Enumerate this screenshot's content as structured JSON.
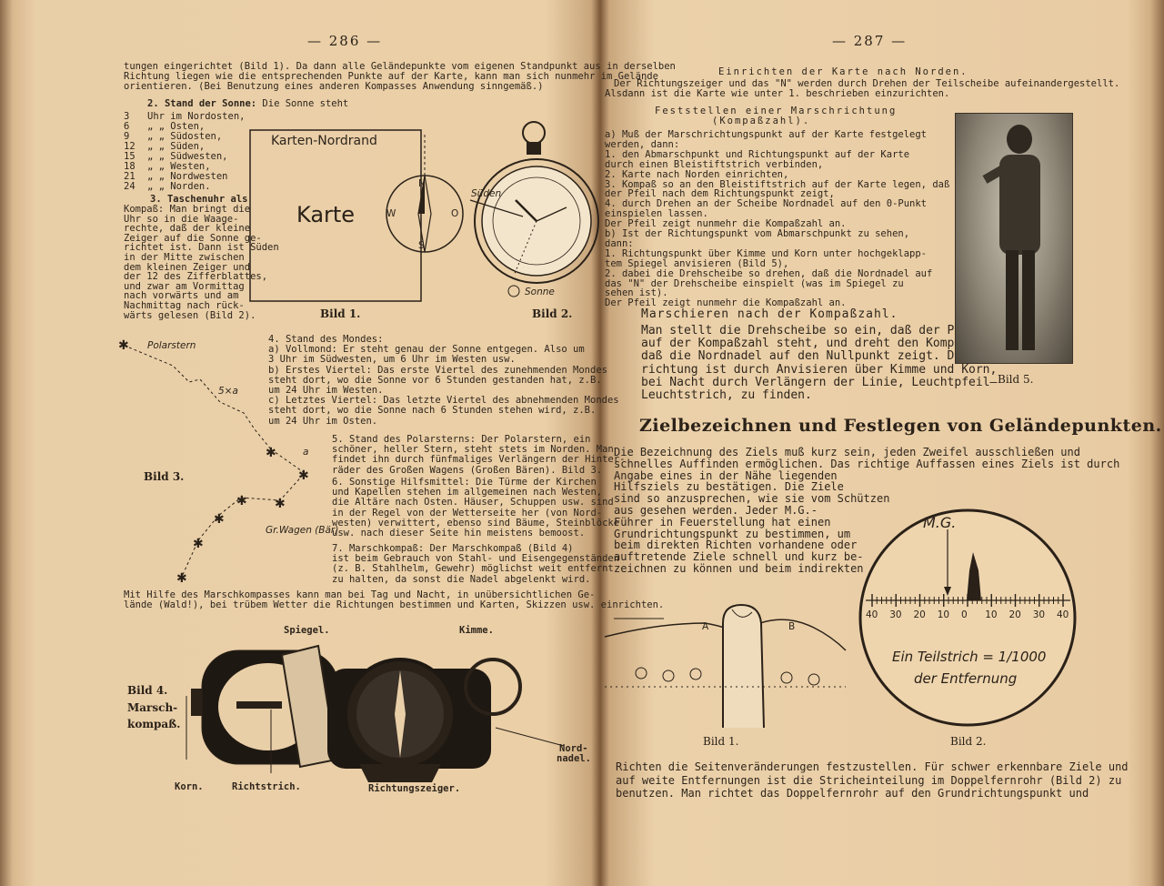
{
  "left": {
    "page_number": "— 286 —",
    "intro": [
      "tungen eingerichtet (Bild 1). Da dann alle Geländepunkte vom eigenen Standpunkt aus in derselben",
      "Richtung liegen wie die entsprechenden Punkte auf der Karte, kann man sich nunmehr im Gelände",
      "orientieren. (Bei Benutzung eines anderen Kompasses Anwendung sinngemäß.)"
    ],
    "sun_heading": "2. Stand der Sonne:",
    "sun_heading_rest": " Die Sonne steht",
    "sun_table": [
      [
        "3",
        "Uhr im Nordosten,"
      ],
      [
        "6",
        "„ „ Osten,"
      ],
      [
        "9",
        "„ „ Südosten,"
      ],
      [
        "12",
        "„ „ Süden,"
      ],
      [
        "15",
        "„ „ Südwesten,"
      ],
      [
        "18",
        "„ „ Westen,"
      ],
      [
        "21",
        "„ „ Nordwesten"
      ],
      [
        "24",
        "„ „ Norden."
      ]
    ],
    "watch_heading": "3. Taschenuhr als",
    "watch_text": [
      "Kompaß: Man bringt die",
      "Uhr so in die Waage-",
      "rechte, daß der kleine",
      "Zeiger auf die Sonne ge-",
      "richtet ist. Dann ist Süden",
      "in der Mitte zwischen",
      "dem kleinen Zeiger und",
      "der 12 des Zifferblattes,",
      "und zwar am Vormittag",
      "nach vorwärts und am",
      "Nachmittag nach rück-",
      "wärts gelesen (Bild 2)."
    ],
    "fig1": {
      "map_label": "Karten-Nordrand",
      "karte": "Karte",
      "N": "N",
      "S": "S",
      "W": "W",
      "O": "O",
      "caption": "Bild 1."
    },
    "fig2": {
      "sueden": "Süden",
      "sonne": "Sonne",
      "caption": "Bild 2."
    },
    "fig3": {
      "polarstern": "Polarstern",
      "five_a": "5×a",
      "a": "a",
      "grwagen": "Gr.Wagen (Bär)",
      "caption": "Bild 3."
    },
    "moon": [
      "4. Stand des Mondes:",
      "a) Vollmond: Er steht genau der Sonne entgegen. Also um",
      "3 Uhr im Südwesten, um 6 Uhr im Westen usw.",
      "b) Erstes Viertel: Das erste Viertel des zunehmenden Mondes",
      "steht dort, wo die Sonne vor 6 Stunden gestanden hat, z.B.",
      "um 24 Uhr im Westen.",
      "c) Letztes Viertel: Das letzte Viertel des abnehmenden Mondes",
      "steht dort, wo die Sonne nach 6 Stunden stehen wird, z.B.",
      "um 24 Uhr im Osten."
    ],
    "polar": [
      "5. Stand des Polarsterns: Der Polarstern, ein",
      "schöner, heller Stern, steht stets im Norden. Man",
      "findet ihn durch fünfmaliges Verlängern der Hinter-",
      "räder des Großen Wagens (Großen Bären). Bild 3."
    ],
    "other": [
      "6. Sonstige Hilfsmittel: Die Türme der Kirchen",
      "und Kapellen stehen im allgemeinen nach Westen,",
      "die Altäre nach Osten. Häuser, Schuppen usw. sind",
      "in der Regel von der Wetterseite her (von Nord-",
      "westen) verwittert, ebenso sind Bäume, Steinblöcke",
      "usw. nach dieser Seite hin meistens bemoost."
    ],
    "march": [
      "7. Marschkompaß: Der Marschkompaß (Bild 4)",
      "ist beim Gebrauch von Stahl- und Eisengegenständen",
      "(z. B. Stahlhelm, Gewehr) möglichst weit entfernt",
      "zu halten, da sonst die Nadel abgelenkt wird."
    ],
    "closing": [
      "Mit Hilfe des Marschkompasses kann man bei Tag und Nacht, in unübersichtlichen Ge-",
      "lände (Wald!), bei trübem Wetter die Richtungen bestimmen und Karten, Skizzen usw. einrichten."
    ],
    "fig4": {
      "caption1": "Bild 4.",
      "caption2": "Marsch-",
      "caption3": "kompaß.",
      "spiegel": "Spiegel.",
      "kimme": "Kimme.",
      "korn": "Korn.",
      "richtstrich": "Richtstrich.",
      "richtungszeiger": "Richtungszeiger.",
      "nordnadel1": "Nord-",
      "nordnadel2": "nadel."
    }
  },
  "right": {
    "page_number": "— 287 —",
    "h1": "Einrichten der Karte nach Norden.",
    "p1": [
      "Der Richtungszeiger und das \"N\" werden durch Drehen der Teilscheibe aufeinandergestellt.",
      "Alsdann ist die Karte wie unter 1. beschrieben einzurichten."
    ],
    "h2a": "Feststellen einer Marschrichtung",
    "h2b": "(Kompaßzahl).",
    "steps": [
      "a) Muß der Marschrichtungspunkt auf der Karte festgelegt",
      "werden, dann:",
      "1. den Abmarschpunkt und Richtungspunkt auf der Karte",
      "durch einen Bleistiftstrich verbinden,",
      "2. Karte nach Norden einrichten,",
      "3. Kompaß so an den Bleistiftstrich auf der Karte legen, daß",
      "der Pfeil nach dem Richtungspunkt zeigt,",
      "4. durch Drehen an der Scheibe Nordnadel auf den 0-Punkt",
      "einspielen lassen.",
      "Der Pfeil zeigt nunmehr die Kompaßzahl an.",
      "b) Ist der Richtungspunkt vom Abmarschpunkt zu sehen,",
      "dann:",
      "1. Richtungspunkt über Kimme und Korn unter hochgeklapp-",
      "tem Spiegel anvisieren (Bild 5),",
      "2. dabei die Drehscheibe so drehen, daß die Nordnadel auf",
      "das \"N\" der Drehscheibe einspielt (was im Spiegel zu",
      "sehen ist).",
      "Der Pfeil zeigt nunmehr die Kompaßzahl an."
    ],
    "h3": "Marschieren nach der Kompaßzahl.",
    "p3": [
      "Man stellt die Drehscheibe so ein, daß der Pfeil",
      "auf der Kompaßzahl steht, und dreht den Kompaß so,",
      "daß die Nordnadel auf den Nullpunkt zeigt. Die Marsch-",
      "richtung ist durch Anvisieren über Kimme und Korn,",
      "bei Nacht durch Verlängern der Linie, Leuchtpfeil—",
      "Leuchtstrich, zu finden."
    ],
    "bild5": "Bild 5.",
    "title": "Zielbezeichnen und Festlegen von Geländepunkten.",
    "p4": [
      "Die Bezeichnung des Ziels muß kurz sein, jeden Zweifel ausschließen und",
      "schnelles Auffinden ermöglichen. Das richtige Auffassen eines Ziels ist durch",
      "Angabe eines in der Nähe liegenden",
      "Hilfsziels zu bestätigen. Die Ziele",
      "sind so anzusprechen, wie sie vom Schützen",
      "aus gesehen werden. Jeder M.G.-",
      "Führer in Feuerstellung hat einen",
      "Grundrichtungspunkt zu bestimmen, um",
      "beim direkten Richten vorhandene oder",
      "auftretende Ziele schnell und kurz be-",
      "zeichnen zu können und beim indirekten"
    ],
    "fig_r1": {
      "A": "A",
      "B": "B",
      "caption": "Bild 1."
    },
    "fig_r2": {
      "mg": "M.G.",
      "ticks": [
        "40",
        "30",
        "20",
        "10",
        "0",
        "10",
        "20",
        "30",
        "40"
      ],
      "line1": "Ein Teilstrich = 1/1000",
      "line2": "der Entfernung",
      "caption": "Bild 2."
    },
    "p5": [
      "Richten die Seitenveränderungen festzustellen. Für schwer erkennbare Ziele und",
      "auf weite Entfernungen ist die Stricheinteilung im Doppelfernrohr (Bild 2) zu",
      "benutzen. Man richtet das Doppelfernrohr auf den Grundrichtungspunkt und"
    ]
  }
}
